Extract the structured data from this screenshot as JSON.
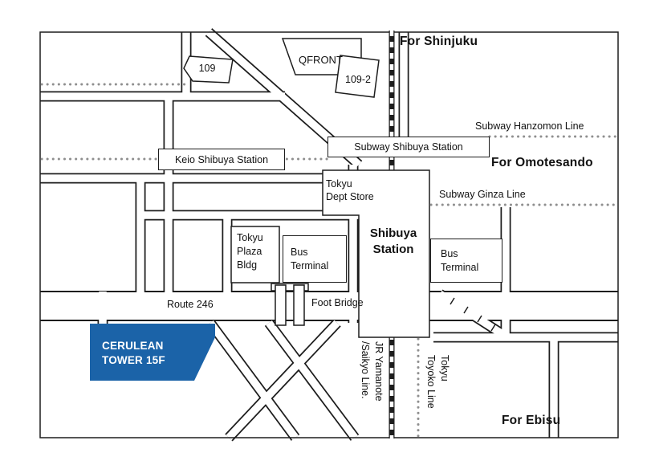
{
  "labels": {
    "for_shinjuku": "For Shinjuku",
    "for_omotesando": "For Omotesando",
    "for_ebisu": "For Ebisu",
    "building_109": "109",
    "qfront": "QFRONT",
    "building_109_2": "109-2",
    "subway_hanzomon_line": "Subway Hanzomon Line",
    "subway_ginza_line": "Subway Ginza Line",
    "subway_shibuya_station": "Subway Shibuya Station",
    "keio_shibuya_station": "Keio Shibuya Station",
    "tokyu_dept_store_line1": "Tokyu",
    "tokyu_dept_store_line2": "Dept Store",
    "shibuya_station": "Shibuya Station",
    "tokyu_plaza_bldg": "Tokyu Plaza Bldg",
    "bus_terminal_west": "Bus Terminal",
    "bus_terminal_east": "Bus Terminal",
    "route_246": "Route 246",
    "foot_bridge": "Foot Bridge",
    "cerulean_line1": "CERULEAN",
    "cerulean_line2": "TOWER 15F",
    "jr_line_line1": "JR Yamanote",
    "jr_line_line2": "/Saikyo Line.",
    "tokyu_toyoko_line1": "Tokyu",
    "tokyu_toyoko_line2": "Toyoko Line"
  },
  "colors": {
    "cerulean_blue": "#1B63A8",
    "road_outline": "#1d1d1d",
    "subway_dotted": "#8f8f8f"
  }
}
